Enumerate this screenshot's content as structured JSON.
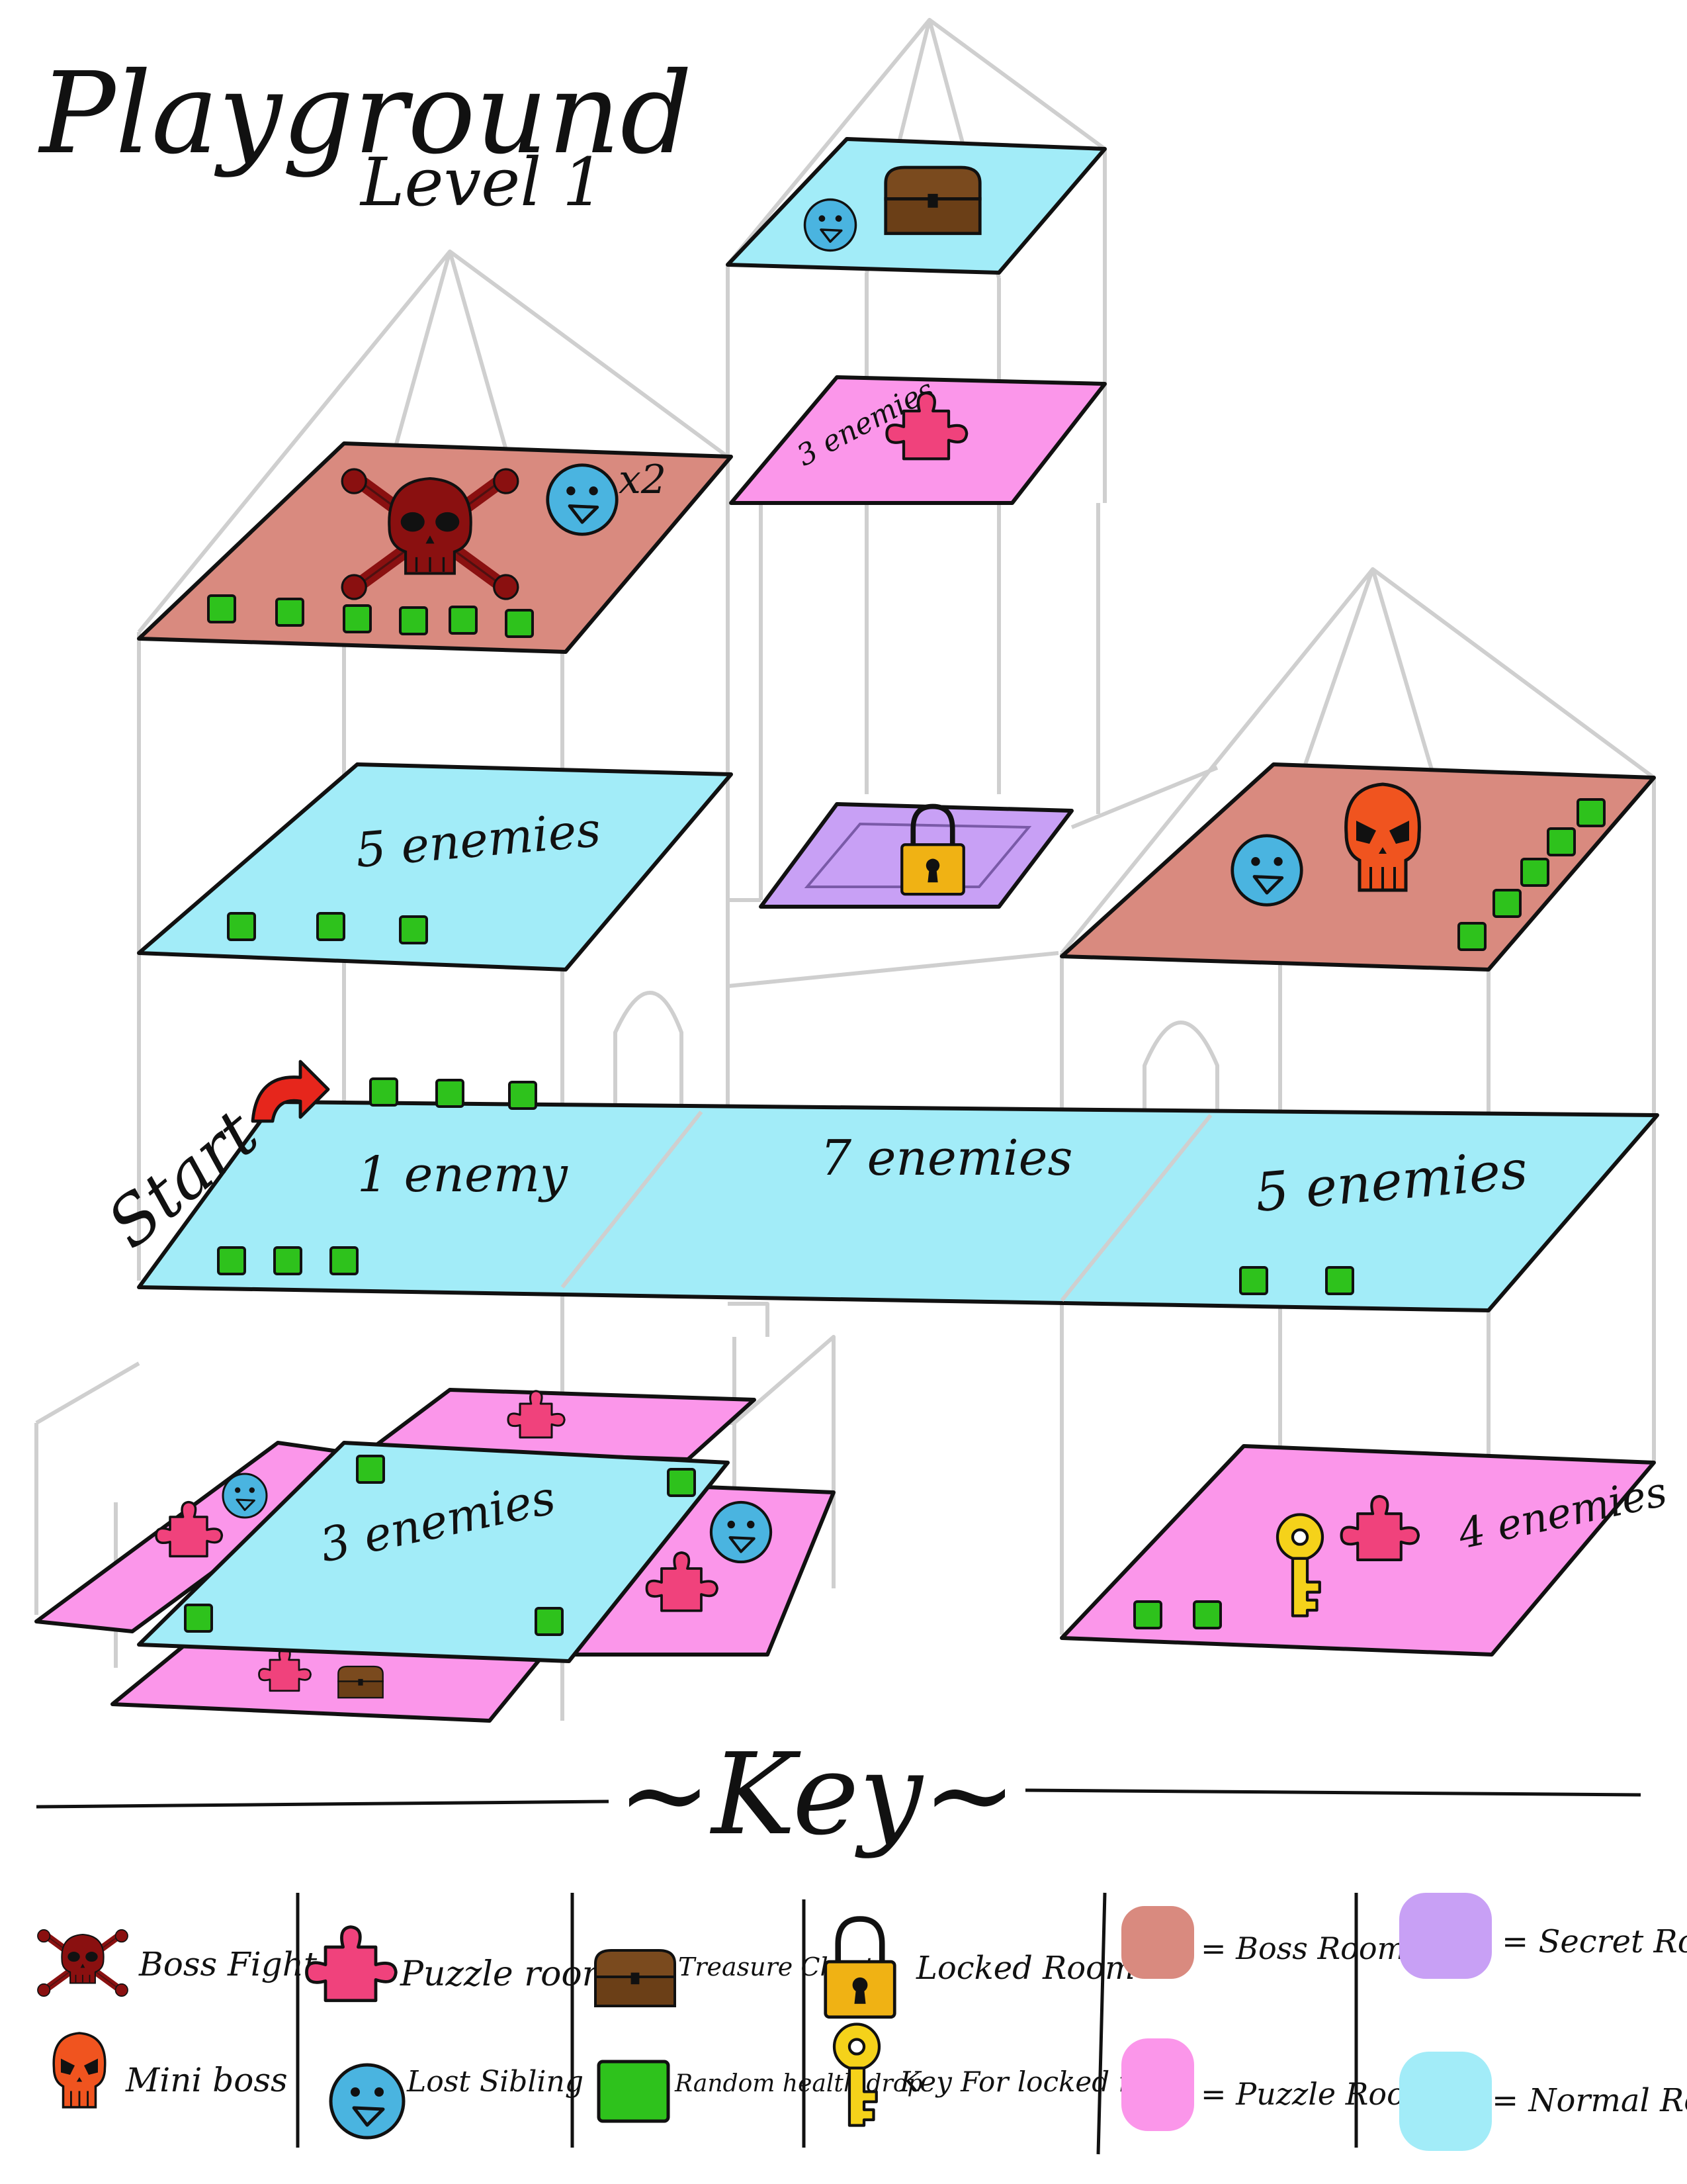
{
  "title": "Playground",
  "subtitle": "Level 1",
  "start_label": "Start",
  "rooms": {
    "boss_room": {
      "multiplier": "x2"
    },
    "pink_three": {
      "enemies": "3 enemies"
    },
    "blue_five": {
      "enemies": "5 enemies"
    },
    "ground_left": {
      "enemies": "1 enemy"
    },
    "ground_mid": {
      "enemies": "7 enemies"
    },
    "ground_right": {
      "enemies": "5 enemies"
    },
    "basement_blue": {
      "enemies": "3 enemies"
    },
    "basement_right": {
      "enemies": "4 enemies"
    }
  },
  "key_heading": "~Key~",
  "legend": {
    "boss_fight": "Boss Fight",
    "mini_boss": "Mini boss",
    "puzzle_room": "Puzzle room",
    "lost_sibling": "Lost Sibling",
    "treasure_chest": "Treasure Chest",
    "random_health": "Random health drop",
    "locked_room": "Locked Room",
    "key_locked": "Key For locked room",
    "boss_room": "= Boss Room",
    "puzzle_room_color": "= Puzzle Room",
    "secret_room": "= Secret Room",
    "normal_room": "= Normal Room"
  },
  "colors": {
    "boss_room": "#d98a7f",
    "puzzle_room": "#fb96ea",
    "secret_room": "#c8a0f5",
    "normal_room": "#a2ecf8",
    "health_drop": "#2ec21c",
    "mini_boss": "#f0541f",
    "boss_skull": "#8a1010",
    "key_gold": "#f5d21a",
    "chest": "#7a4a1e",
    "sibling": "#4ab4e0"
  },
  "icons": [
    "boss-skull-icon",
    "mini-boss-skull-icon",
    "puzzle-piece-icon",
    "lost-sibling-icon",
    "treasure-chest-icon",
    "health-drop-icon",
    "padlock-icon",
    "key-icon",
    "start-arrow-icon"
  ]
}
